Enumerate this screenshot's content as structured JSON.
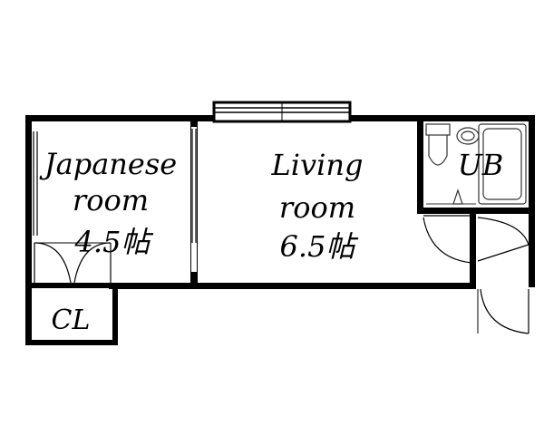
{
  "rooms": {
    "japanese": {
      "line1": "Japanese",
      "line2": "room",
      "size": "4.5帖"
    },
    "living": {
      "line1": "Living",
      "line2": "room",
      "size": "6.5帖"
    },
    "bath": {
      "label": "UB"
    },
    "closet": {
      "label": "CL"
    }
  },
  "colors": {
    "wall": "#000000",
    "background": "#ffffff",
    "fixture": "#333333"
  }
}
